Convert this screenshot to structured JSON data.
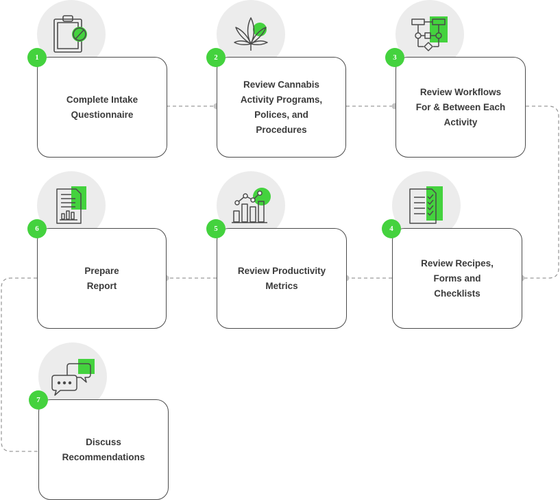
{
  "colors": {
    "accent": "#44d23e",
    "border": "#4a4a4a",
    "text": "#3a3a3a",
    "circle": "#ececec",
    "connector": "#9a9a9a"
  },
  "steps": [
    {
      "number": "1",
      "label": "Complete Intake\nQuestionnaire",
      "icon": "clipboard-icon"
    },
    {
      "number": "2",
      "label": "Review Cannabis\nActivity Programs,\nPolices, and\nProcedures",
      "icon": "cannabis-leaf-icon"
    },
    {
      "number": "3",
      "label": "Review Workflows\nFor & Between Each\nActivity",
      "icon": "workflow-icon"
    },
    {
      "number": "4",
      "label": "Review Recipes,\nForms and\nChecklists",
      "icon": "checklist-icon"
    },
    {
      "number": "5",
      "label": "Review Productivity\nMetrics",
      "icon": "metrics-chart-icon"
    },
    {
      "number": "6",
      "label": "Prepare\nReport",
      "icon": "report-icon"
    },
    {
      "number": "7",
      "label": "Discuss\nRecommendations",
      "icon": "chat-bubbles-icon"
    }
  ]
}
